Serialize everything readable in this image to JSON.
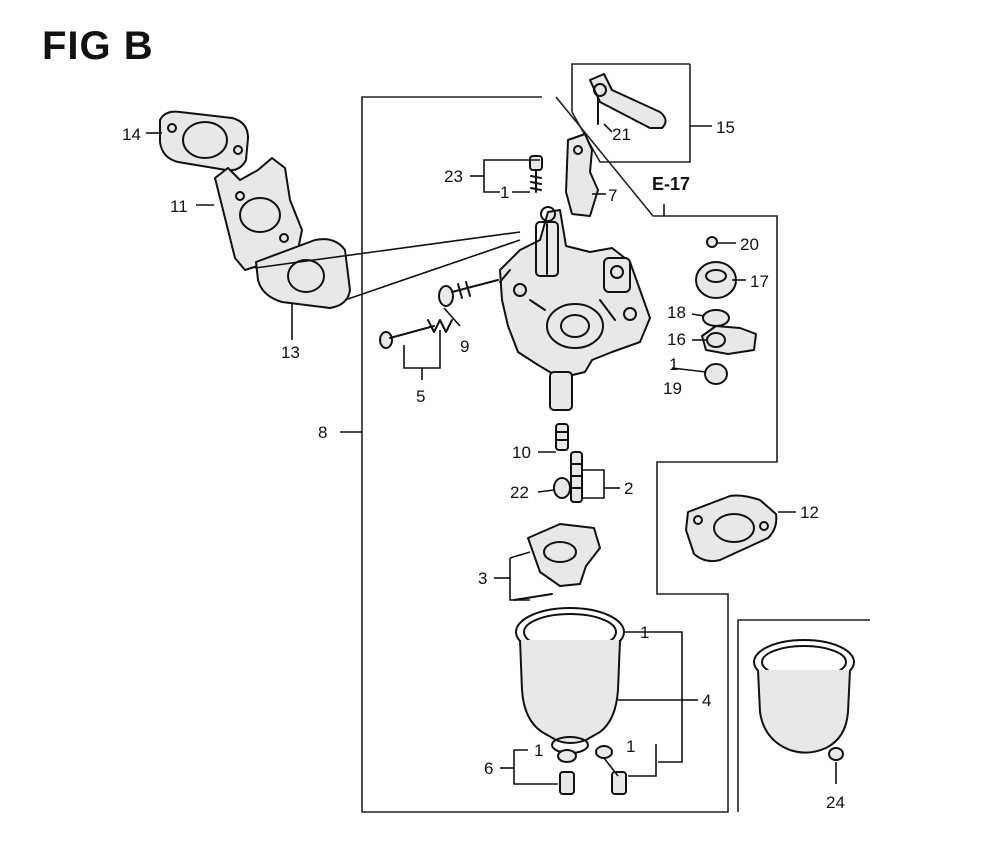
{
  "figure": {
    "title": "FIG B",
    "ref_label": "E-17"
  },
  "labels": {
    "p1a": "1",
    "p1b": "1",
    "p1c": "1",
    "p1d": "1",
    "p1e": "1",
    "p2": "2",
    "p3": "3",
    "p4": "4",
    "p5": "5",
    "p6": "6",
    "p7": "7",
    "p8": "8",
    "p9": "9",
    "p10": "10",
    "p11": "11",
    "p12": "12",
    "p13": "13",
    "p14": "14",
    "p15": "15",
    "p16": "16",
    "p17": "17",
    "p18": "18",
    "p19": "19",
    "p20": "20",
    "p21": "21",
    "p22": "22",
    "p23": "23",
    "p24": "24"
  }
}
